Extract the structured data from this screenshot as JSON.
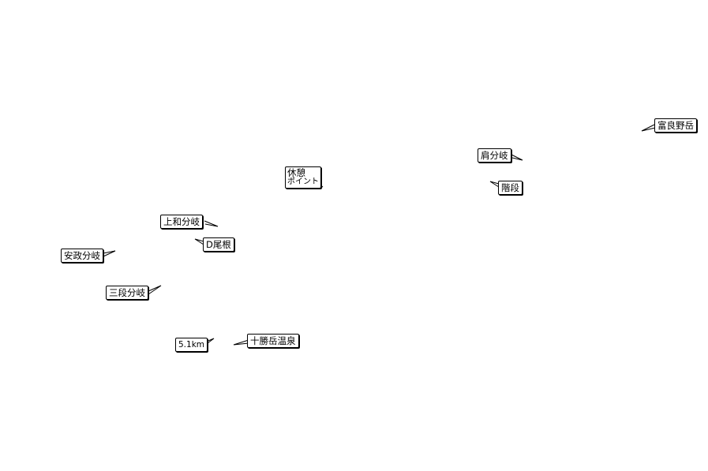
{
  "map": {
    "background_color": "#ffffff",
    "label_border_color": "#000000",
    "labels": {
      "furano_dake": "富良野岳",
      "kata_bunki": "肩分岐",
      "kaidan": "階段",
      "kyukei_line1": "休憩",
      "kyukei_line2": "ポイント",
      "kamiwa_bunki": "上和分岐",
      "d_one": "D尾根",
      "ansei_bunki": "安政分岐",
      "sandan_bunki": "三段分岐",
      "distance": "5.1km",
      "tokachidake_onsen": "十勝岳温泉"
    }
  }
}
